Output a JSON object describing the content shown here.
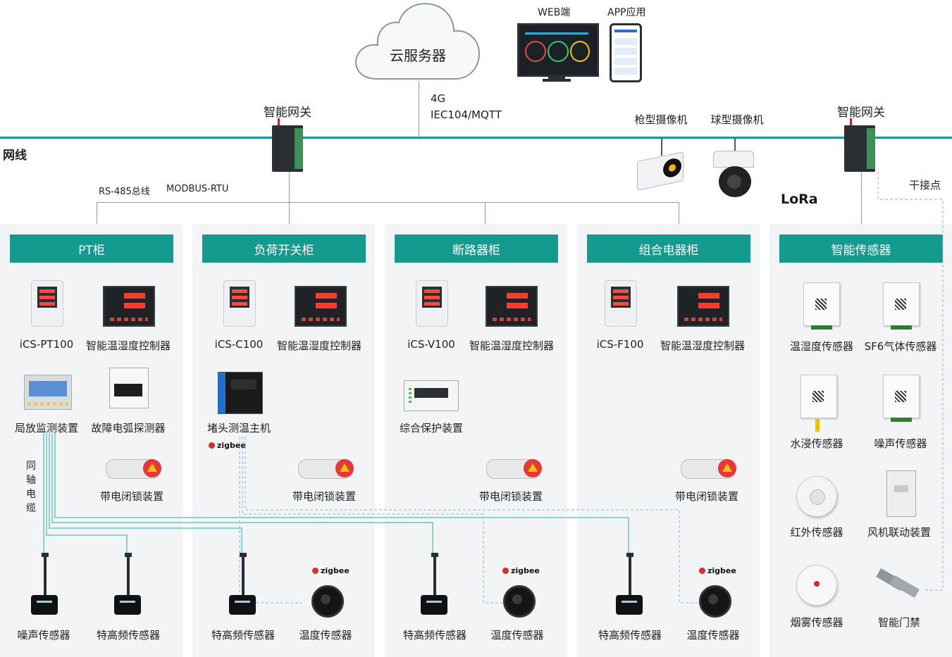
{
  "top": {
    "cloud_label": "云服务器",
    "web_label": "WEB端",
    "app_label": "APP应用",
    "link_4g": "4G",
    "link_protocol": "IEC104/MQTT",
    "gateway_left_label": "智能网关",
    "gateway_right_label": "智能网关",
    "gun_camera_label": "枪型摄像机",
    "dome_camera_label": "球型摄像机",
    "network_label": "网线",
    "rs485_label": "RS-485总线",
    "modbus_label": "MODBUS-RTU",
    "lora_label": "LoRa",
    "dry_contact_label": "干接点",
    "coax_label": "同\n轴\n电\n缆"
  },
  "panels": {
    "pt": {
      "title": "PT柜",
      "meter": "iCS-PT100",
      "controller": "智能温湿度控制器",
      "pd_monitor": "局放监测装置",
      "arc_detector": "故障电弧探测器",
      "lock": "带电闭锁装置",
      "noise": "噪声传感器",
      "uhf": "特高频传感器"
    },
    "load": {
      "title": "负荷开关柜",
      "meter": "iCS-C100",
      "controller": "智能温湿度控制器",
      "host": "堵头测温主机",
      "zigbee": "zigbee",
      "lock": "带电闭锁装置",
      "uhf": "特高频传感器",
      "zigbee_temp": "zigbee",
      "temp": "温度传感器"
    },
    "breaker": {
      "title": "断路器柜",
      "meter": "iCS-V100",
      "controller": "智能温湿度控制器",
      "protection": "综合保护装置",
      "lock": "带电闭锁装置",
      "uhf": "特高频传感器",
      "zigbee_temp": "zigbee",
      "temp": "温度传感器"
    },
    "combo": {
      "title": "组合电器柜",
      "meter": "iCS-F100",
      "controller": "智能温湿度控制器",
      "lock": "带电闭锁装置",
      "uhf": "特高频传感器",
      "zigbee_temp": "zigbee",
      "temp": "温度传感器"
    },
    "sensors": {
      "title": "智能传感器",
      "temp_hum": "温湿度传感器",
      "sf6": "SF6气体传感器",
      "water": "水浸传感器",
      "noise": "噪声传感器",
      "infrared": "红外传感器",
      "fan": "风机联动装置",
      "smoke": "烟雾传感器",
      "door": "智能门禁"
    }
  },
  "colors": {
    "accent": "#159a8f",
    "panel_bg": "#f3f4f6",
    "coax_line": "#6cc6c0",
    "dashed_line": "#9cc3e6"
  }
}
